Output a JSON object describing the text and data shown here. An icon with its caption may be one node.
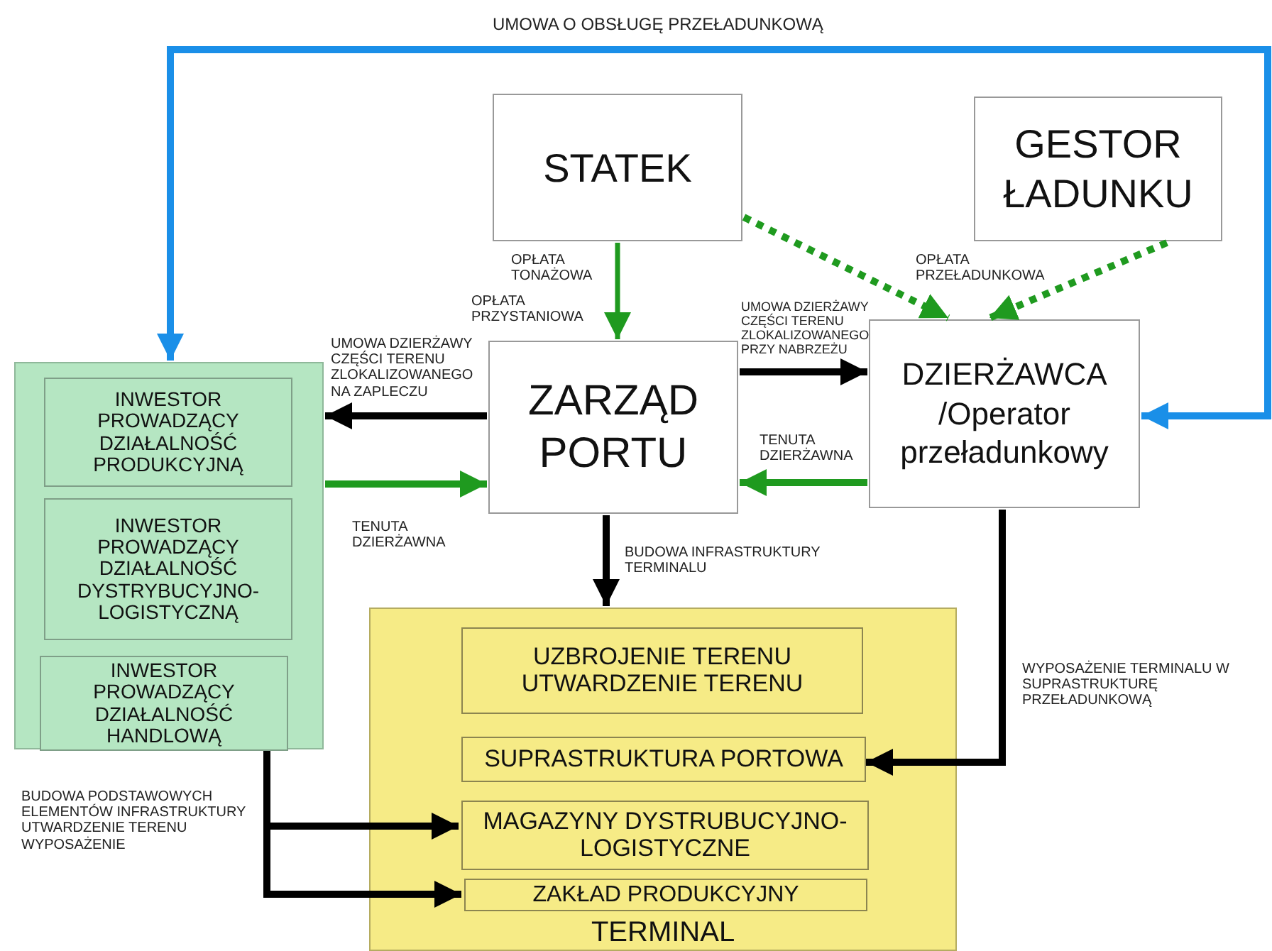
{
  "diagram": {
    "nodes": [
      {
        "text": [
          "STATEK"
        ]
      },
      {
        "text": [
          "GESTOR ŁADUNKU"
        ]
      },
      {
        "text": [
          "ZARZĄD PORTU"
        ]
      },
      {
        "text": [
          "DZIERŻAWCA /Operator przeładunkowy"
        ]
      },
      {
        "text": [],
        "shape": "box"
      },
      {
        "text": [
          "INWESTOR PROWADZĄCY DZIAŁALNOŚĆ PRODUKCYJNĄ"
        ],
        "in": 4
      },
      {
        "text": [
          "INWESTOR PROWADZĄCY DZIAŁALNOŚĆ DYSTRYBUCYJNO-LOGISTYCZNĄ"
        ],
        "in": 4
      },
      {
        "text": [
          "INWESTOR PROWADZĄCY DZIAŁALNOŚĆ HANDLOWĄ"
        ],
        "in": 4
      },
      {
        "text": [
          "TERMINAL"
        ]
      },
      {
        "text": [
          "UZBROJENIE TERENU UTWARDZENIE TERENU"
        ],
        "in": 8
      },
      {
        "text": [
          "SUPRASTRUKTURA PORTOWA"
        ],
        "in": 8
      },
      {
        "text": [
          "MAGAZYNY DYSTRUBUCYJNO-LOGISTYCZNE"
        ],
        "in": 8
      },
      {
        "text": [
          "ZAKŁAD PRODUKCYJNY"
        ],
        "in": 8
      }
    ],
    "edges": [
      {
        "from": 4,
        "to": 3,
        "arrow": "both",
        "label": "UMOWA O OBSŁUGĘ PRZEŁADUNKOWĄ",
        "color": "#1a8fe8"
      },
      {
        "from": 0,
        "to": 2,
        "arrow": "to",
        "label": "OPŁATA TONAŻOWA",
        "color": "#1f9a1f"
      },
      {
        "from": 0,
        "to": 3,
        "arrow": "to",
        "style": "dashed",
        "color": "#1f9a1f"
      },
      {
        "from": 1,
        "to": 3,
        "arrow": "to",
        "style": "dashed",
        "label": "OPŁATA PRZEŁADUNKOWA",
        "color": "#1f9a1f"
      },
      {
        "from": 2,
        "to": 3,
        "arrow": "to",
        "label": "UMOWA DZIERŻAWY CZĘŚCI TERENU ZLOKALIZOWANEGO PRZY NABRZEŻU"
      },
      {
        "from": 3,
        "to": 2,
        "arrow": "to",
        "label": "TENUTA DZIERŻAWNA",
        "color": "#1f9a1f"
      },
      {
        "from": 2,
        "to": 4,
        "arrow": "to",
        "label": "UMOWA DZIERŻAWY CZĘŚCI TERENU ZLOKALIZOWANEGO NA ZAPLECZU"
      },
      {
        "from": 4,
        "to": 2,
        "arrow": "to",
        "label": "TENUTA DZIERŻAWNA",
        "color": "#1f9a1f"
      },
      {
        "from": 2,
        "to": 8,
        "arrow": "to",
        "label": "BUDOWA INFRASTRUKTURY TERMINALU"
      },
      {
        "from": 3,
        "to": 10,
        "arrow": "to",
        "label": "WYPOSAŻENIE TERMINALU W SUPRASTRUKTURĘ PRZEŁADUNKOWĄ"
      },
      {
        "from": 7,
        "to": 11,
        "arrow": "to",
        "label": "BUDOWA PODSTAWOWYCH ELEMENTÓW INFRASTRUKTURY UTWARDZENIE TERENU WYPOSAŻENIE"
      },
      {
        "from": 7,
        "to": 12,
        "arrow": "to"
      }
    ],
    "labels": [
      "OPŁATA PRZYSTANIOWA"
    ]
  }
}
